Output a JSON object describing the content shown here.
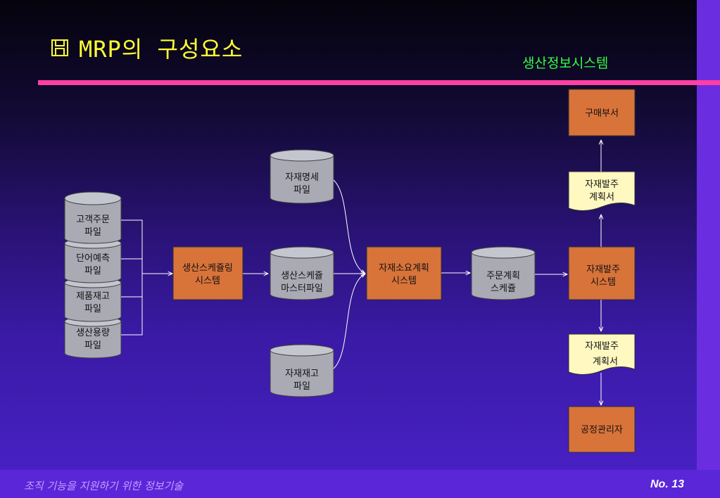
{
  "title": "MRP의 구성요소",
  "subtitle": "생산정보시스템",
  "footer": {
    "left": "조직 기능을 지원하기 위한 정보기술",
    "right": "No. 13"
  },
  "icons": {
    "bullet": "floppy-disk-icon"
  },
  "colors": {
    "title": "#ffff33",
    "subtitle": "#33ff44",
    "divider": "#ff3fa3",
    "system_box": "#d8733a",
    "document": "#fff8c0",
    "database": "#a9aab4"
  },
  "diagram": {
    "input_files": [
      {
        "line1": "고객주문",
        "line2": "파일"
      },
      {
        "line1": "단어예측",
        "line2": "파일"
      },
      {
        "line1": "제품재고",
        "line2": "파일"
      },
      {
        "line1": "생산용량",
        "line2": "파일"
      }
    ],
    "scheduling_system": {
      "line1": "생산스케쥴링",
      "line2": "시스템"
    },
    "master_file": {
      "line1": "생산스케쥴",
      "line2": "마스터파일"
    },
    "bom_file": {
      "line1": "자재명세",
      "line2": "파일"
    },
    "inventory_file": {
      "line1": "자재재고",
      "line2": "파일"
    },
    "requirements_system": {
      "line1": "자재소요계획",
      "line2": "시스템"
    },
    "order_schedule": {
      "line1": "주문계획",
      "line2": "스케쥴"
    },
    "purchasing_system": {
      "line1": "자재발주",
      "line2": "시스템"
    },
    "plan_doc_top": {
      "line1": "자재발주",
      "line2": "계획서"
    },
    "plan_doc_bottom": {
      "line1": "자재발주",
      "line2": "계획서"
    },
    "purchasing_dept": {
      "label": "구매부서"
    },
    "process_manager": {
      "label": "공정관리자"
    }
  }
}
